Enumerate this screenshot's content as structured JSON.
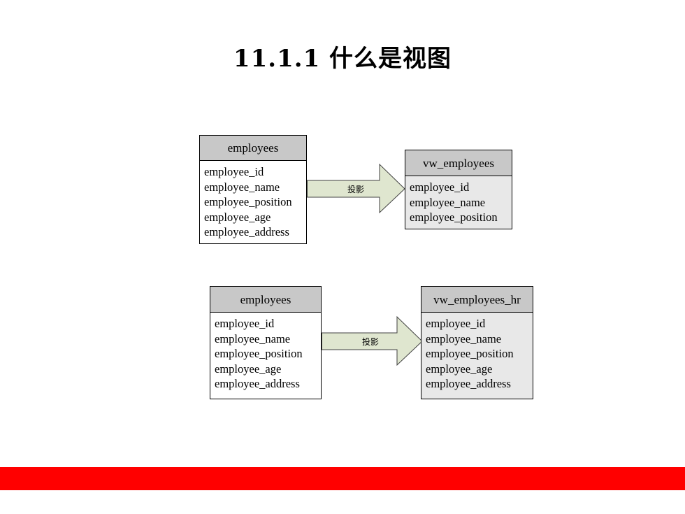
{
  "slide_title": "11.1.1 什么是视图",
  "colors": {
    "source_header_fill": "#c8c8c8",
    "view_header_fill": "#c8c8c8",
    "source_body_fill": "#ffffff",
    "view_body_fill": "#e8e8e8",
    "arrow_fill": "#dfe6cf",
    "footer_bar": "#ff0000"
  },
  "diagram_1": {
    "source_table": {
      "name": "employees",
      "columns": [
        "employee_id",
        "employee_name",
        "employee_position",
        "employee_age",
        "employee_address"
      ]
    },
    "arrow_label": "投影",
    "view": {
      "name": "vw_employees",
      "columns": [
        "employee_id",
        "employee_name",
        "employee_position"
      ]
    }
  },
  "diagram_2": {
    "source_table": {
      "name": "employees",
      "columns": [
        "employee_id",
        "employee_name",
        "employee_position",
        "employee_age",
        "employee_address"
      ]
    },
    "arrow_label": "投影",
    "view": {
      "name": "vw_employees_hr",
      "columns": [
        "employee_id",
        "employee_name",
        "employee_position",
        "employee_age",
        "employee_address"
      ]
    }
  }
}
